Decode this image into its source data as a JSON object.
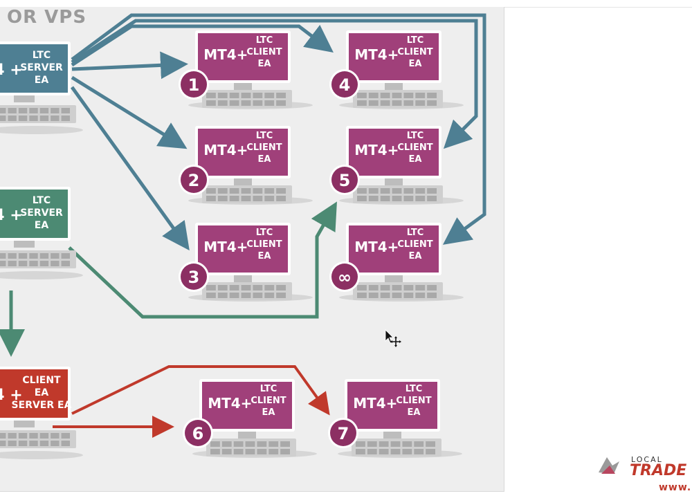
{
  "header": {
    "text": "OR  VPS"
  },
  "colors": {
    "teal": "#4e7f93",
    "green": "#4c8a73",
    "red": "#c0392b",
    "client": "#a0407a",
    "number": "#8c2f63"
  },
  "servers": [
    {
      "id": "s1",
      "lines": [
        "LTC",
        "SERVER",
        "EA"
      ],
      "prefix": "4 +",
      "color": "teal"
    },
    {
      "id": "s2",
      "lines": [
        "LTC",
        "SERVER",
        "EA"
      ],
      "prefix": "4 +",
      "color": "green"
    },
    {
      "id": "s3",
      "lines": [
        "CLIENT",
        "EA",
        "SERVER EA"
      ],
      "prefix": "4 +",
      "color": "red"
    }
  ],
  "clients": [
    {
      "num": "1",
      "main": "MT4",
      "plus": "+",
      "lines": [
        "LTC",
        "CLIENT",
        "EA"
      ]
    },
    {
      "num": "2",
      "main": "MT4",
      "plus": "+",
      "lines": [
        "LTC",
        "CLIENT",
        "EA"
      ]
    },
    {
      "num": "3",
      "main": "MT4",
      "plus": "+",
      "lines": [
        "LTC",
        "CLIENT",
        "EA"
      ]
    },
    {
      "num": "4",
      "main": "MT4",
      "plus": "+",
      "lines": [
        "LTC",
        "CLIENT",
        "EA"
      ]
    },
    {
      "num": "5",
      "main": "MT4",
      "plus": "+",
      "lines": [
        "LTC",
        "CLIENT",
        "EA"
      ]
    },
    {
      "num": "∞",
      "main": "MT4",
      "plus": "+",
      "lines": [
        "LTC",
        "CLIENT",
        "EA"
      ]
    },
    {
      "num": "6",
      "main": "MT4",
      "plus": "+",
      "lines": [
        "LTC",
        "CLIENT",
        "EA"
      ]
    },
    {
      "num": "7",
      "main": "MT4",
      "plus": "+",
      "lines": [
        "LTC",
        "CLIENT",
        "EA"
      ]
    }
  ],
  "logo": {
    "local": "LOCAL",
    "trade": "TRADE",
    "www": "www."
  },
  "icons": {
    "cursor": "move-cursor-icon"
  }
}
